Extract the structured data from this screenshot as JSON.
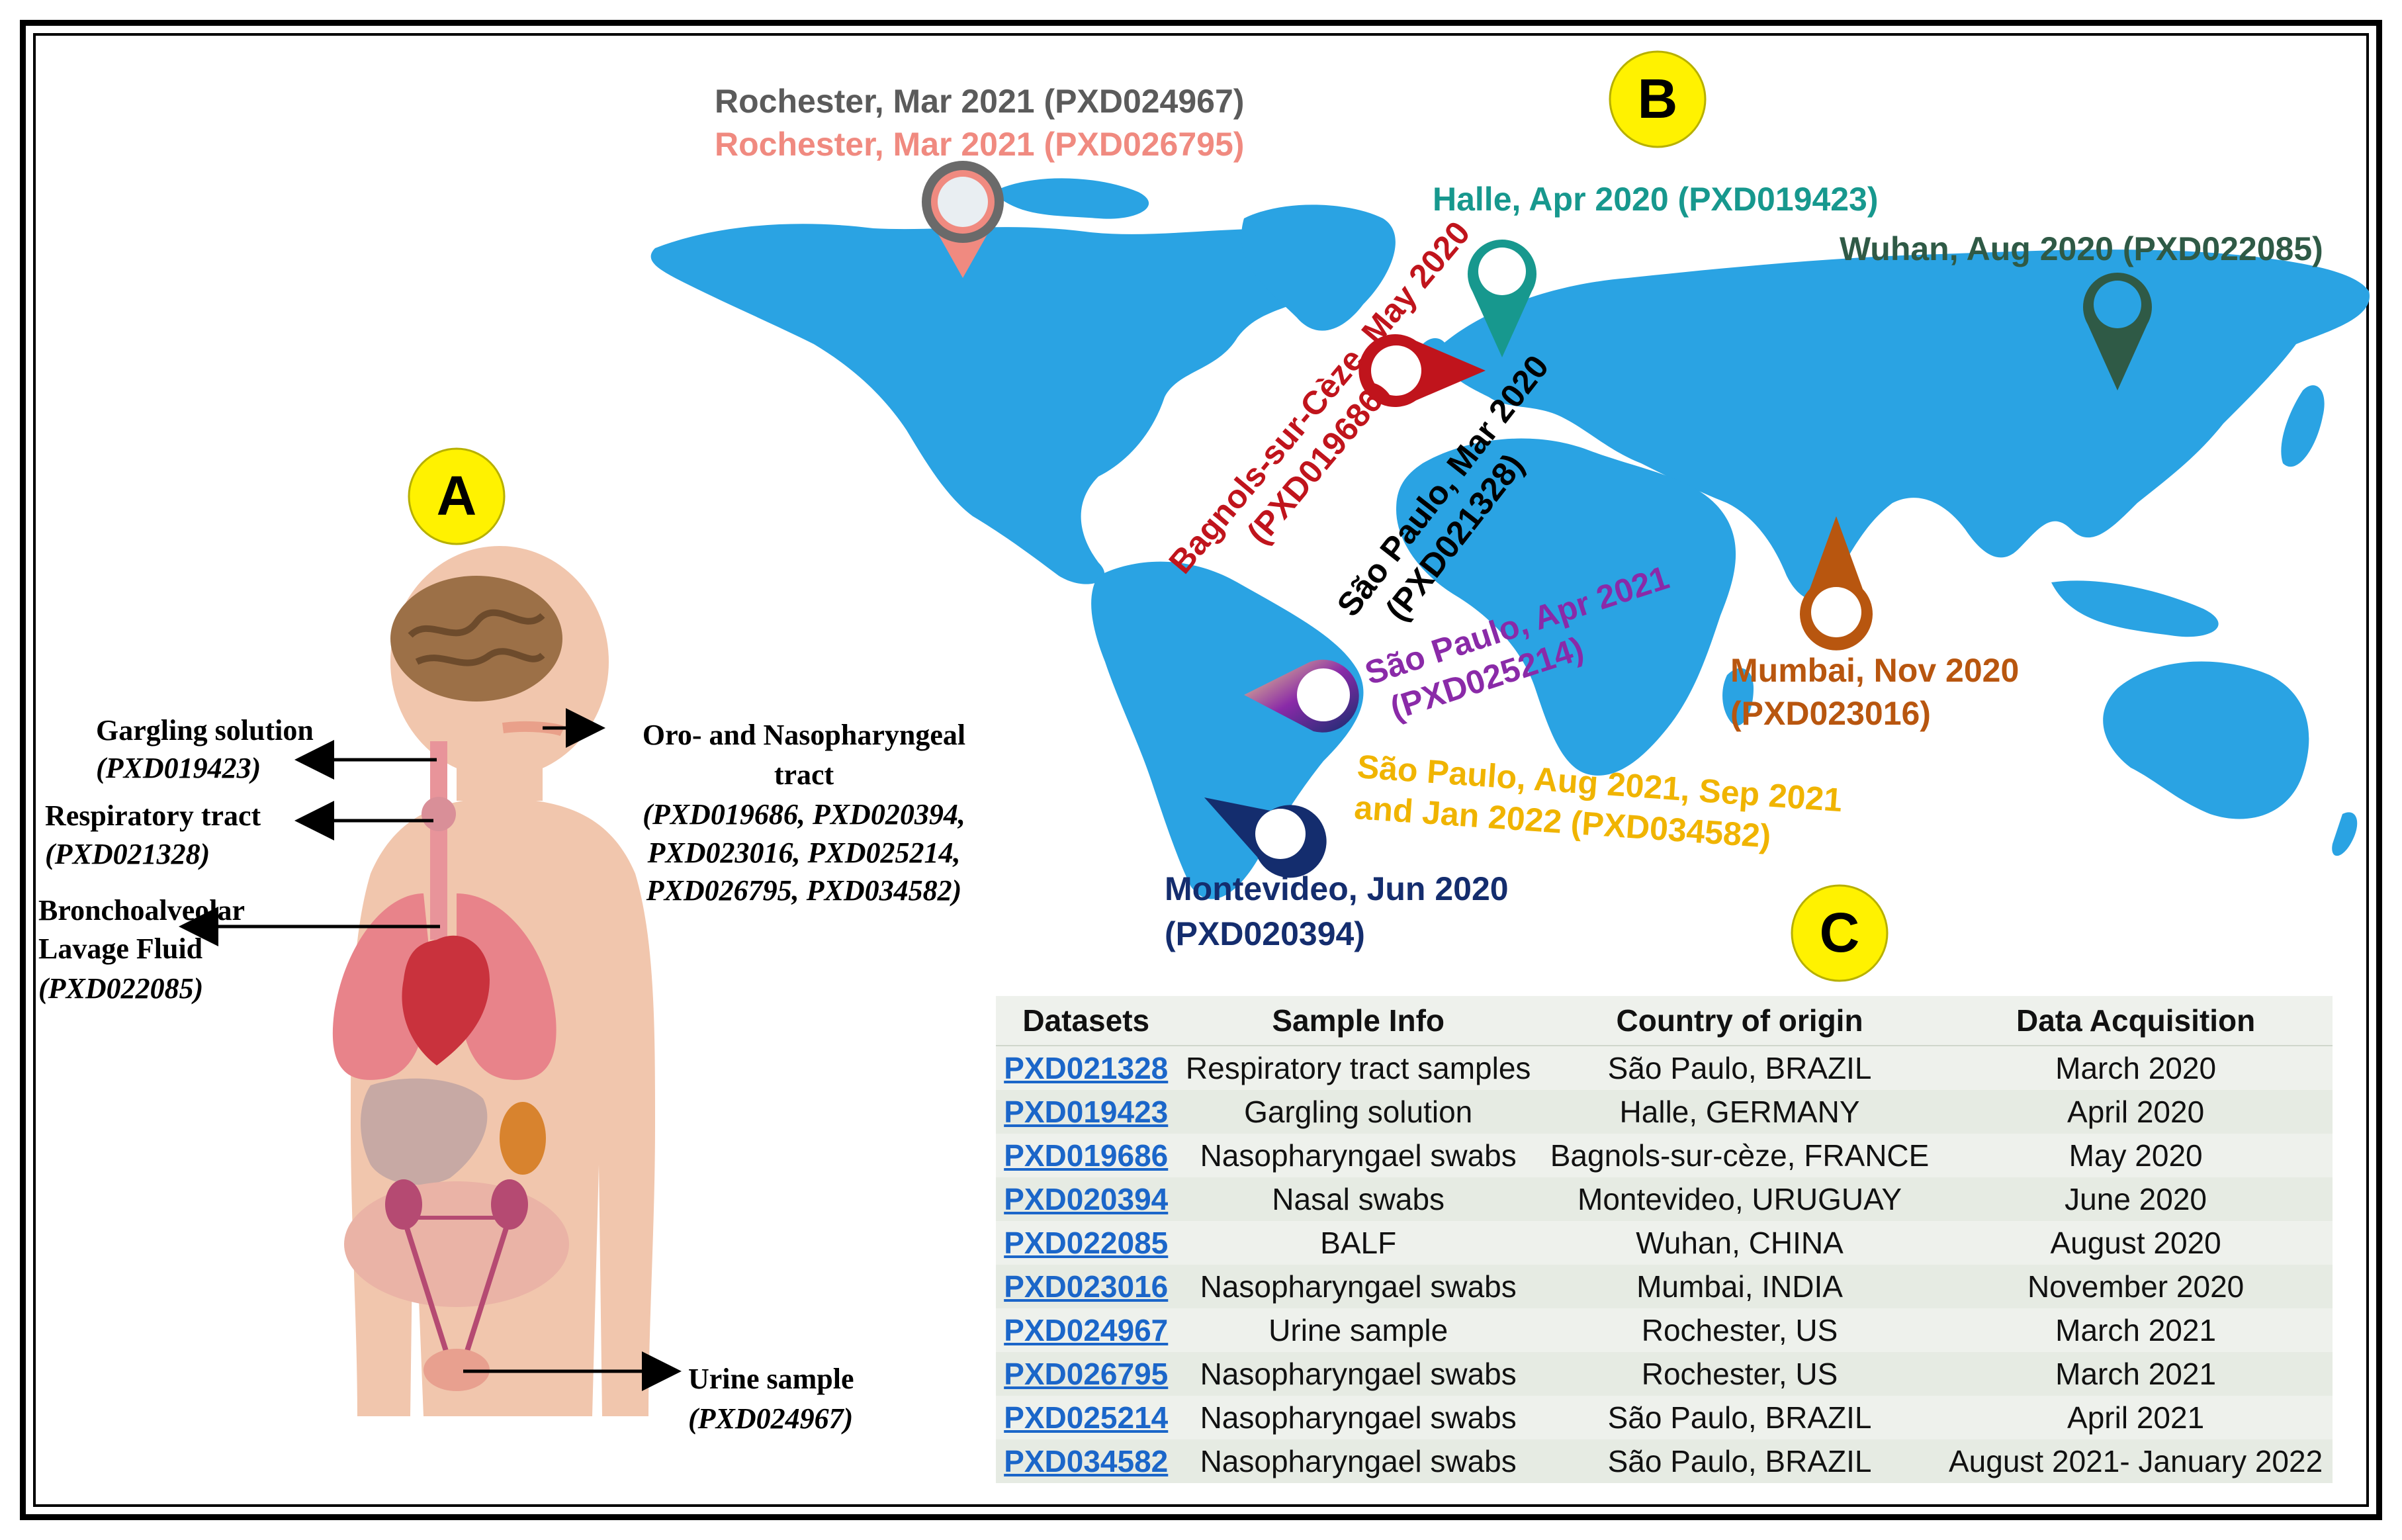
{
  "panel_a": {
    "badge": "A",
    "labels": {
      "gargling_title": "Gargling solution",
      "gargling_id": "(PXD019423)",
      "respiratory_title": "Respiratory tract",
      "respiratory_id": "(PXD021328)",
      "balf_line1": "Bronchoalveolar",
      "balf_line2": "Lavage Fluid",
      "balf_id": "(PXD022085)",
      "oro_line1": "Oro- and Nasopharyngeal",
      "oro_line2": "tract",
      "oro_ids1": "(PXD019686, PXD020394,",
      "oro_ids2": "PXD023016, PXD025214,",
      "oro_ids3": "PXD026795, PXD034582)",
      "urine_title": "Urine sample",
      "urine_id": "(PXD024967)"
    }
  },
  "panel_b": {
    "badge": "B",
    "labels": {
      "rochester1": "Rochester, Mar 2021 (PXD024967)",
      "rochester2": "Rochester, Mar 2021 (PXD026795)",
      "halle": "Halle, Apr 2020 (PXD019423)",
      "wuhan": "Wuhan, Aug 2020 (PXD022085)",
      "bagnols_line1": "Bagnols-sur-Cèze, May 2020",
      "bagnols_line2": "(PXD019686)",
      "saopaulo_mar_line1": "São Paulo, Mar 2020",
      "saopaulo_mar_line2": "(PXD021328)",
      "saopaulo_apr_line1": "São Paulo, Apr 2021",
      "saopaulo_apr_line2": "(PXD025214)",
      "mumbai_line1": "Mumbai, Nov 2020",
      "mumbai_line2": "(PXD023016)",
      "saopaulo_aug_line1": "São Paulo, Aug 2021, Sep 2021",
      "saopaulo_aug_line2": "and Jan 2022 (PXD034582)",
      "montevideo_line1": "Montevideo, Jun 2020",
      "montevideo_line2": "(PXD020394)"
    },
    "colors": {
      "map": "#2aa3e3",
      "rochester1": "#5b5b5b",
      "rochester2": "#f08a80",
      "halle": "#17988e",
      "wuhan": "#2f5a46",
      "bagnols": "#c0141c",
      "saopaulo_mar": "#000000",
      "saopaulo_apr": "#8a2aa8",
      "mumbai": "#b8560f",
      "saopaulo_aug": "#f0b400",
      "montevideo": "#142d6e"
    }
  },
  "panel_c": {
    "badge": "C",
    "headers": [
      "Datasets",
      "Sample Info",
      "Country of origin",
      "Data Acquisition"
    ],
    "rows": [
      [
        "PXD021328",
        "Respiratory tract samples",
        "São Paulo, BRAZIL",
        "March 2020"
      ],
      [
        "PXD019423",
        "Gargling solution",
        "Halle, GERMANY",
        "April 2020"
      ],
      [
        "PXD019686",
        "Nasopharyngael swabs",
        "Bagnols-sur-cèze, FRANCE",
        "May 2020"
      ],
      [
        "PXD020394",
        "Nasal swabs",
        "Montevideo, URUGUAY",
        "June 2020"
      ],
      [
        "PXD022085",
        "BALF",
        "Wuhan, CHINA",
        "August 2020"
      ],
      [
        "PXD023016",
        "Nasopharyngael swabs",
        "Mumbai, INDIA",
        "November 2020"
      ],
      [
        "PXD024967",
        "Urine sample",
        "Rochester, US",
        "March 2021"
      ],
      [
        "PXD026795",
        "Nasopharyngael swabs",
        "Rochester, US",
        "March 2021"
      ],
      [
        "PXD025214",
        "Nasopharyngael swabs",
        "São Paulo, BRAZIL",
        "April 2021"
      ],
      [
        "PXD034582",
        "Nasopharyngael swabs",
        "São Paulo, BRAZIL",
        "August 2021- January 2022"
      ]
    ]
  }
}
